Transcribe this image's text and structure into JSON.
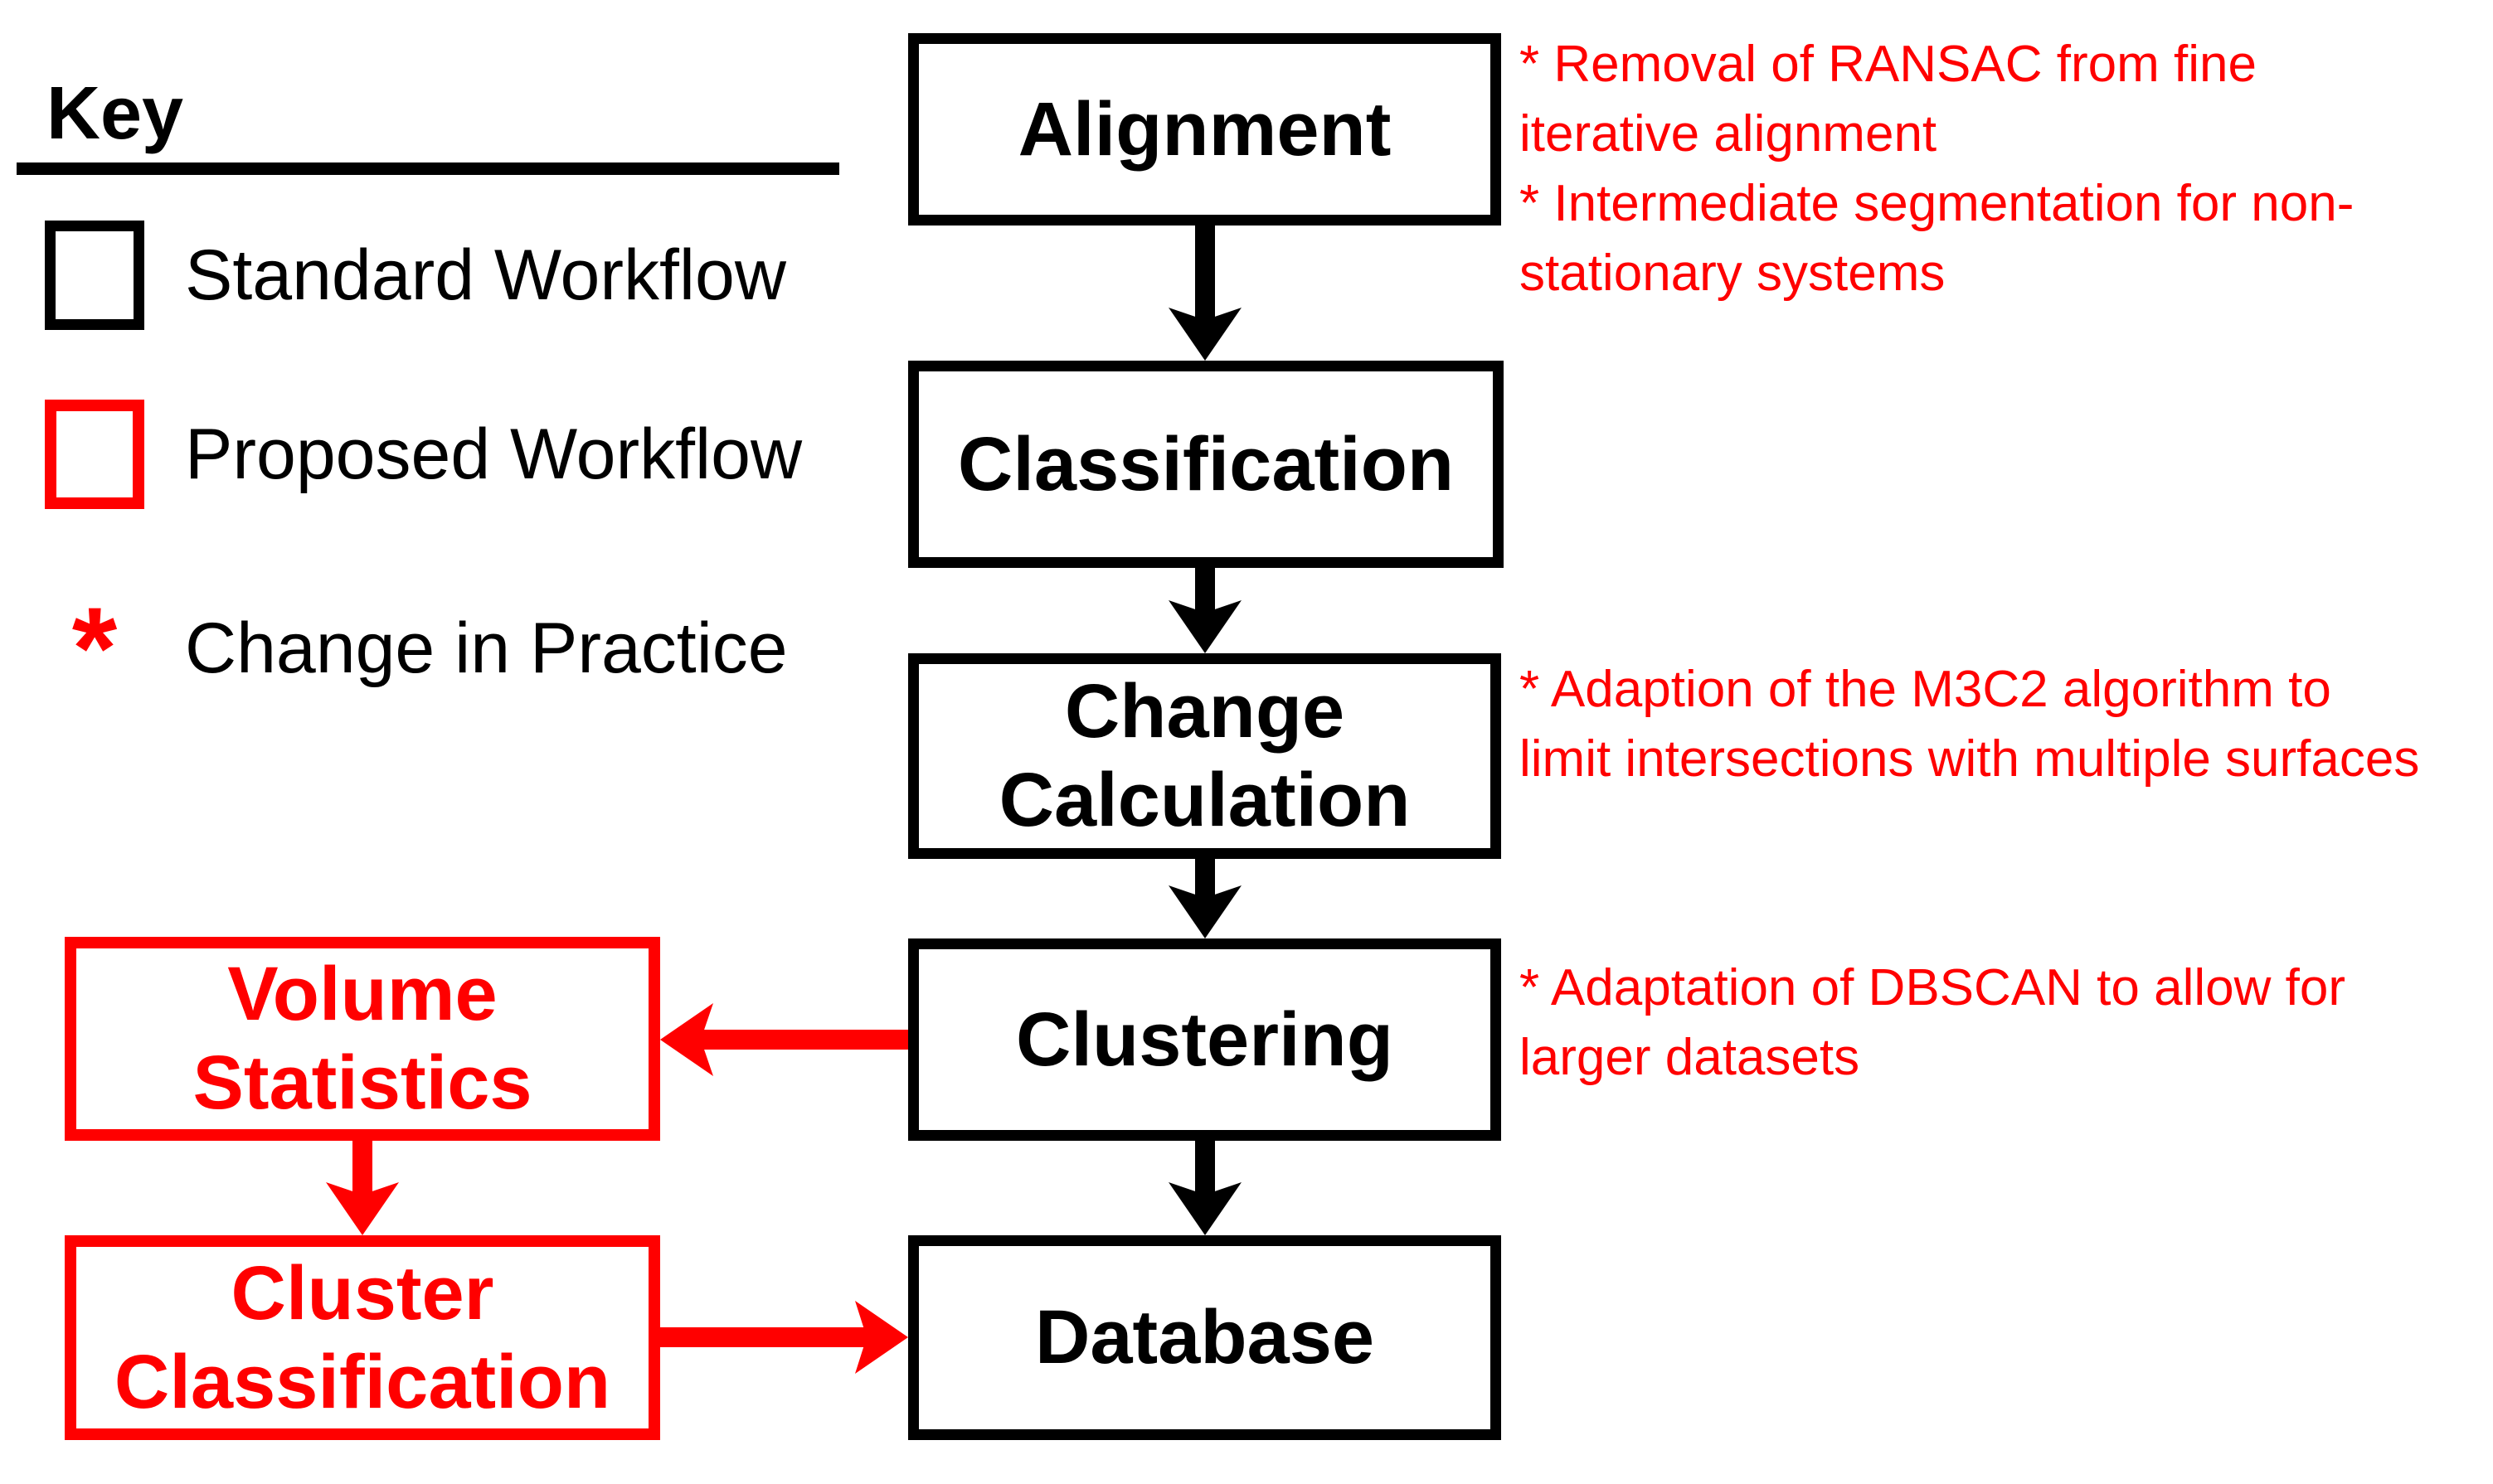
{
  "colors": {
    "standard": "#000000",
    "proposed": "#ff0000",
    "background": "#ffffff"
  },
  "key": {
    "title": "Key",
    "items": [
      {
        "id": "standard-workflow",
        "swatch": "black-outline-box",
        "label": "Standard Workflow"
      },
      {
        "id": "proposed-workflow",
        "swatch": "red-outline-box",
        "label": "Proposed Workflow"
      },
      {
        "id": "change-in-practice",
        "symbol": "*",
        "label": "Change in Practice"
      }
    ]
  },
  "nodes": {
    "standard": [
      {
        "id": "alignment",
        "label": "Alignment"
      },
      {
        "id": "classification",
        "label": "Classification"
      },
      {
        "id": "change-calculation",
        "label": "Change Calculation"
      },
      {
        "id": "clustering",
        "label": "Clustering"
      },
      {
        "id": "database",
        "label": "Database"
      }
    ],
    "proposed": [
      {
        "id": "volume-statistics",
        "label": "Volume Statistics"
      },
      {
        "id": "cluster-classification",
        "label": "Cluster Classification"
      }
    ]
  },
  "annotations": [
    {
      "target": "alignment",
      "lines": [
        "* Removal of RANSAC from fine",
        "iterative alignment",
        "* Intermediate segmentation for non-",
        "stationary systems"
      ]
    },
    {
      "target": "change-calculation",
      "lines": [
        "* Adaption of the M3C2 algorithm to",
        "limit intersections with multiple surfaces"
      ]
    },
    {
      "target": "clustering",
      "lines": [
        "* Adaptation of DBSCAN to allow for",
        "larger datasets"
      ]
    }
  ],
  "edges": [
    {
      "from": "alignment",
      "to": "classification",
      "style": "standard"
    },
    {
      "from": "classification",
      "to": "change-calculation",
      "style": "standard"
    },
    {
      "from": "change-calculation",
      "to": "clustering",
      "style": "standard"
    },
    {
      "from": "clustering",
      "to": "database",
      "style": "standard"
    },
    {
      "from": "clustering",
      "to": "volume-statistics",
      "style": "proposed"
    },
    {
      "from": "volume-statistics",
      "to": "cluster-classification",
      "style": "proposed"
    },
    {
      "from": "cluster-classification",
      "to": "database",
      "style": "proposed"
    }
  ]
}
